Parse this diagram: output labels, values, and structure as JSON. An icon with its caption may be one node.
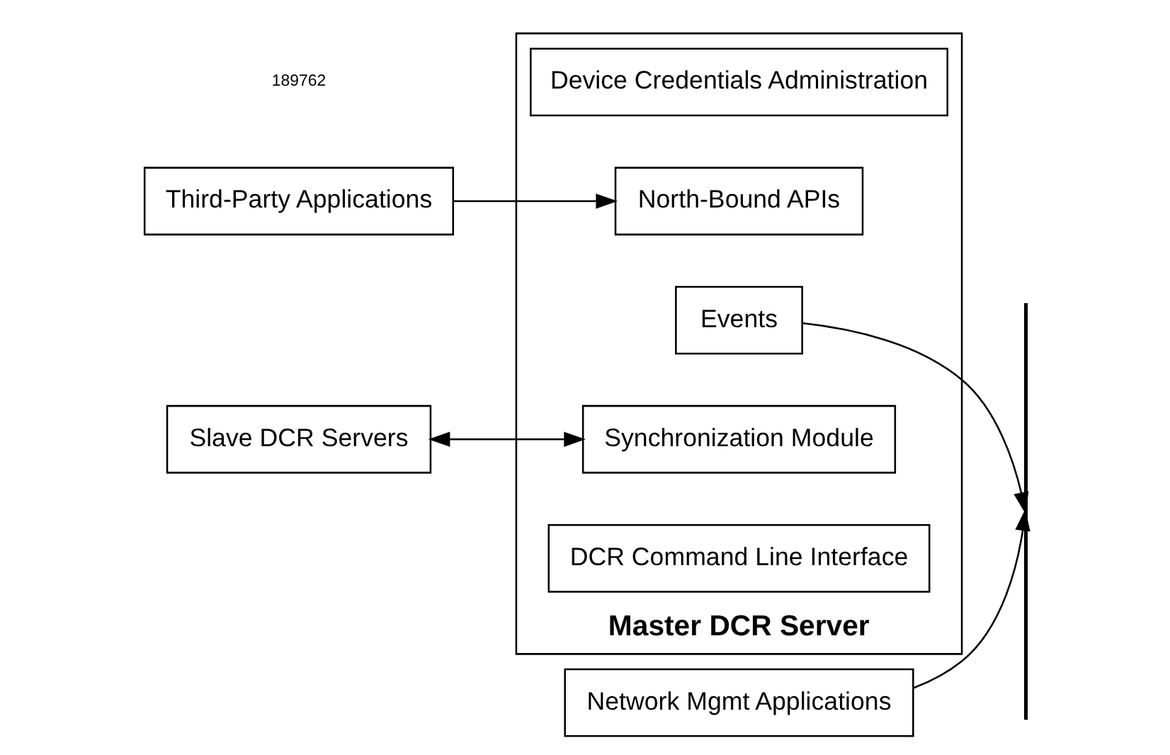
{
  "diagram": {
    "nodes": [
      {
        "text": [
          "Third-Party Applications"
        ]
      },
      {
        "text": [
          "Network Mgmt Applications"
        ]
      },
      {
        "text": [],
        "shape": "bar"
      },
      {
        "text": [
          "Master DCR Server"
        ]
      },
      {
        "text": [
          "Device Credentials Administration"
        ],
        "in": 3
      },
      {
        "text": [
          "North-Bound APIs"
        ],
        "in": 3
      },
      {
        "text": [
          "Events"
        ],
        "in": 3
      },
      {
        "text": [
          "Synchronization Module"
        ],
        "in": 3
      },
      {
        "text": [
          "DCR Command Line Interface"
        ],
        "in": 3
      },
      {
        "text": [
          "Slave DCR Servers"
        ]
      }
    ],
    "edges": [
      {
        "from": 0,
        "to": 5,
        "arrow": "to"
      },
      {
        "from": 1,
        "to": 2,
        "arrow": "to"
      },
      {
        "from": 6,
        "to": 2,
        "arrow": "to"
      },
      {
        "from": 9,
        "to": 7,
        "arrow": "both"
      }
    ],
    "labels": [
      "189762"
    ]
  }
}
